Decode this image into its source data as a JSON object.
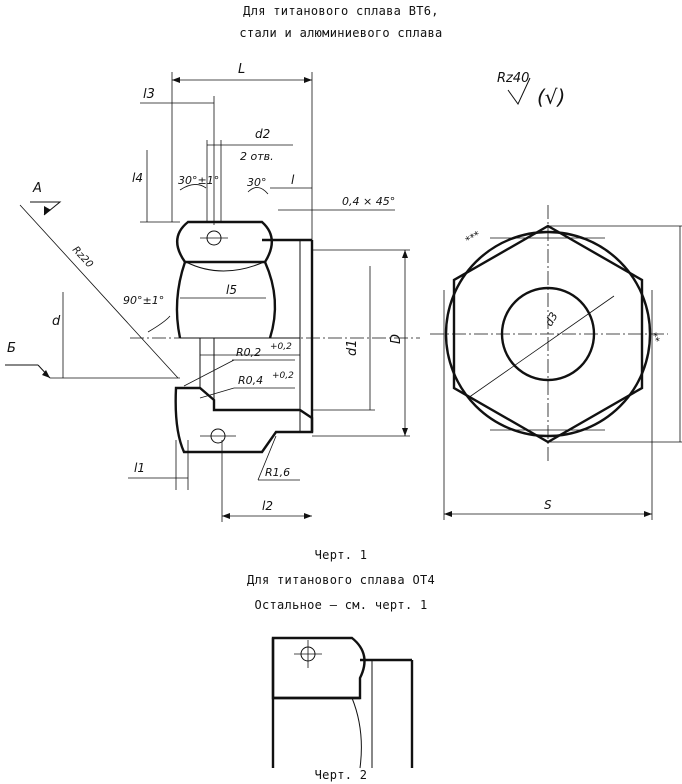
{
  "header": {
    "line1": "Для титанового сплава ВТ6,",
    "line2": "стали и алюминиевого сплава"
  },
  "roughness": {
    "main": "Rz40",
    "paren": "(√)"
  },
  "dims": {
    "L": "L",
    "l3": "l3",
    "d2": "d2",
    "d2_note": "2 отв.",
    "l4": "l4",
    "chamfer_left": "30°±1°",
    "chamfer_right": "30°",
    "l_small": "l",
    "chamfer_045": "0,4 × 45°",
    "A": "A",
    "rz20": "Rz20",
    "angle90": "90°±1°",
    "l5": "l5",
    "d": "d",
    "B": "Б",
    "r02": "R0,2",
    "r02_tol": "+0,2",
    "r04": "R0,4",
    "r04_tol": "+0,2",
    "d1": "d1",
    "D": "D",
    "l1": "l1",
    "r16": "R1,6",
    "l2": "l2",
    "S": "S",
    "d3": "d3",
    "star3": "***",
    "star2": "**"
  },
  "captions": {
    "fig1": "Черт. 1",
    "ot4": "Для титанового сплава ОТ4",
    "rest": "Остальное – см. черт. 1",
    "fig2": "Черт. 2"
  }
}
